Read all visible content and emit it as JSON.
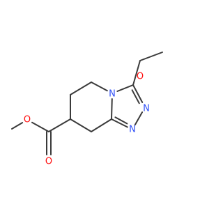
{
  "molecule": {
    "atoms": {
      "ester_o_single": {
        "label": "O",
        "color": "#ff0d0d"
      },
      "ester_o_double": {
        "label": "O",
        "color": "#ff0d0d"
      },
      "ring_n_fused": {
        "label": "N",
        "color": "#3050f8"
      },
      "ring_n_upper": {
        "label": "N",
        "color": "#3050f8"
      },
      "ring_n_lower": {
        "label": "N",
        "color": "#3050f8"
      },
      "ether_o": {
        "label": "O",
        "color": "#ff0d0d"
      }
    },
    "bond_color": "#3a3a3a"
  }
}
